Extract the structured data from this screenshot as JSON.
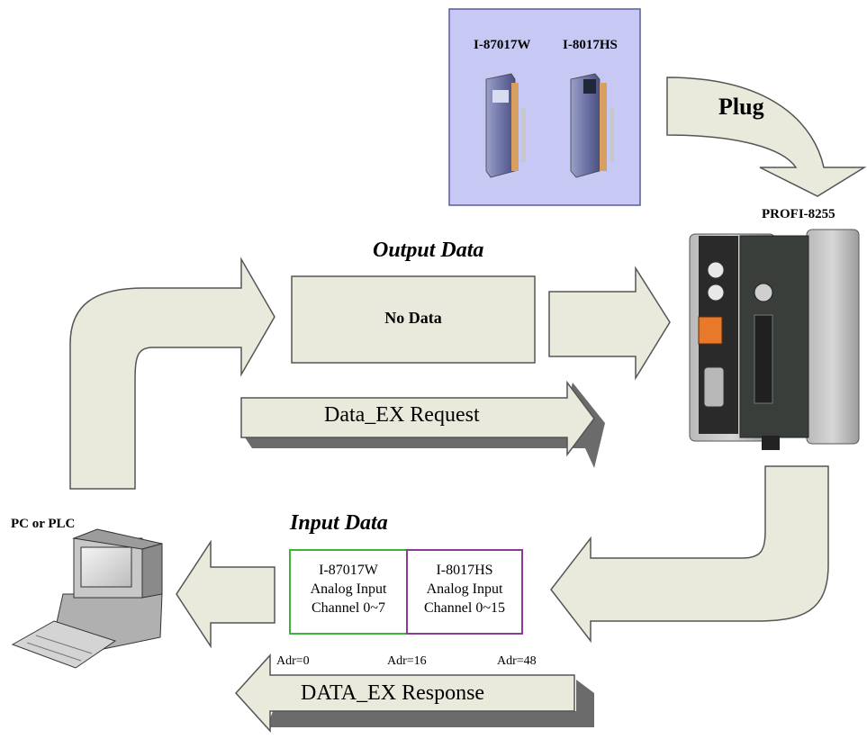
{
  "modules_panel": {
    "module_a_label": "I-87017W",
    "module_b_label": "I-8017HS"
  },
  "plug_label": "Plug",
  "device_label": "PROFI-8255",
  "output_data": {
    "title": "Output Data",
    "box_text": "No Data"
  },
  "request_label": "Data_EX Request",
  "pc_label": "PC or PLC",
  "input_data": {
    "title": "Input Data",
    "cells": [
      {
        "line1": "I-87017W",
        "line2": "Analog Input",
        "line3": "Channel 0~7"
      },
      {
        "line1": "I-8017HS",
        "line2": "Analog Input",
        "line3": "Channel 0~15"
      }
    ],
    "addresses": [
      "Adr=0",
      "Adr=16",
      "Adr=48"
    ]
  },
  "response_label": "DATA_EX Response",
  "colors": {
    "arrow_fill": "#e9eadb",
    "arrow_stroke": "#555555",
    "module_panel_bg": "#c8c8f4",
    "module_panel_border": "#5a5aa0",
    "cell_a_border": "#3cb43c",
    "cell_b_border": "#8c3c96"
  }
}
